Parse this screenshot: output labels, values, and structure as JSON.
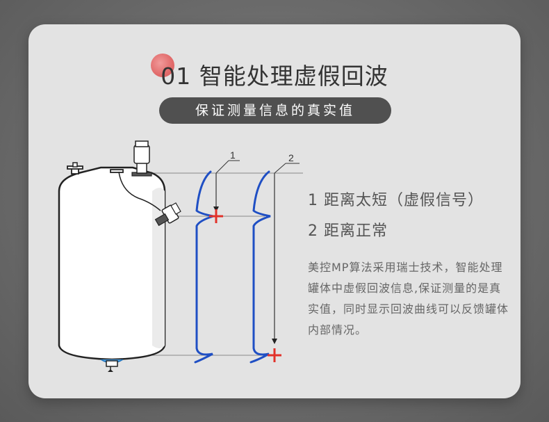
{
  "header": {
    "title": "01 智能处理虚假回波",
    "subtitle": "保证测量信息的真实值"
  },
  "diagram": {
    "label_1": "1",
    "label_2": "2"
  },
  "legend": {
    "item_1": "1  距离太短（虚假信号）",
    "item_2": "2  距离正常"
  },
  "description": "美控MP算法采用瑞士技术，智能处理罐体中虚假回波信息,保证测量的是真实值，同时显示回波曲线可以反馈罐体内部情况。",
  "colors": {
    "echo_curve": "#1f4fc4",
    "marker": "#e2322a",
    "accent_dot": "#e16a6a"
  }
}
